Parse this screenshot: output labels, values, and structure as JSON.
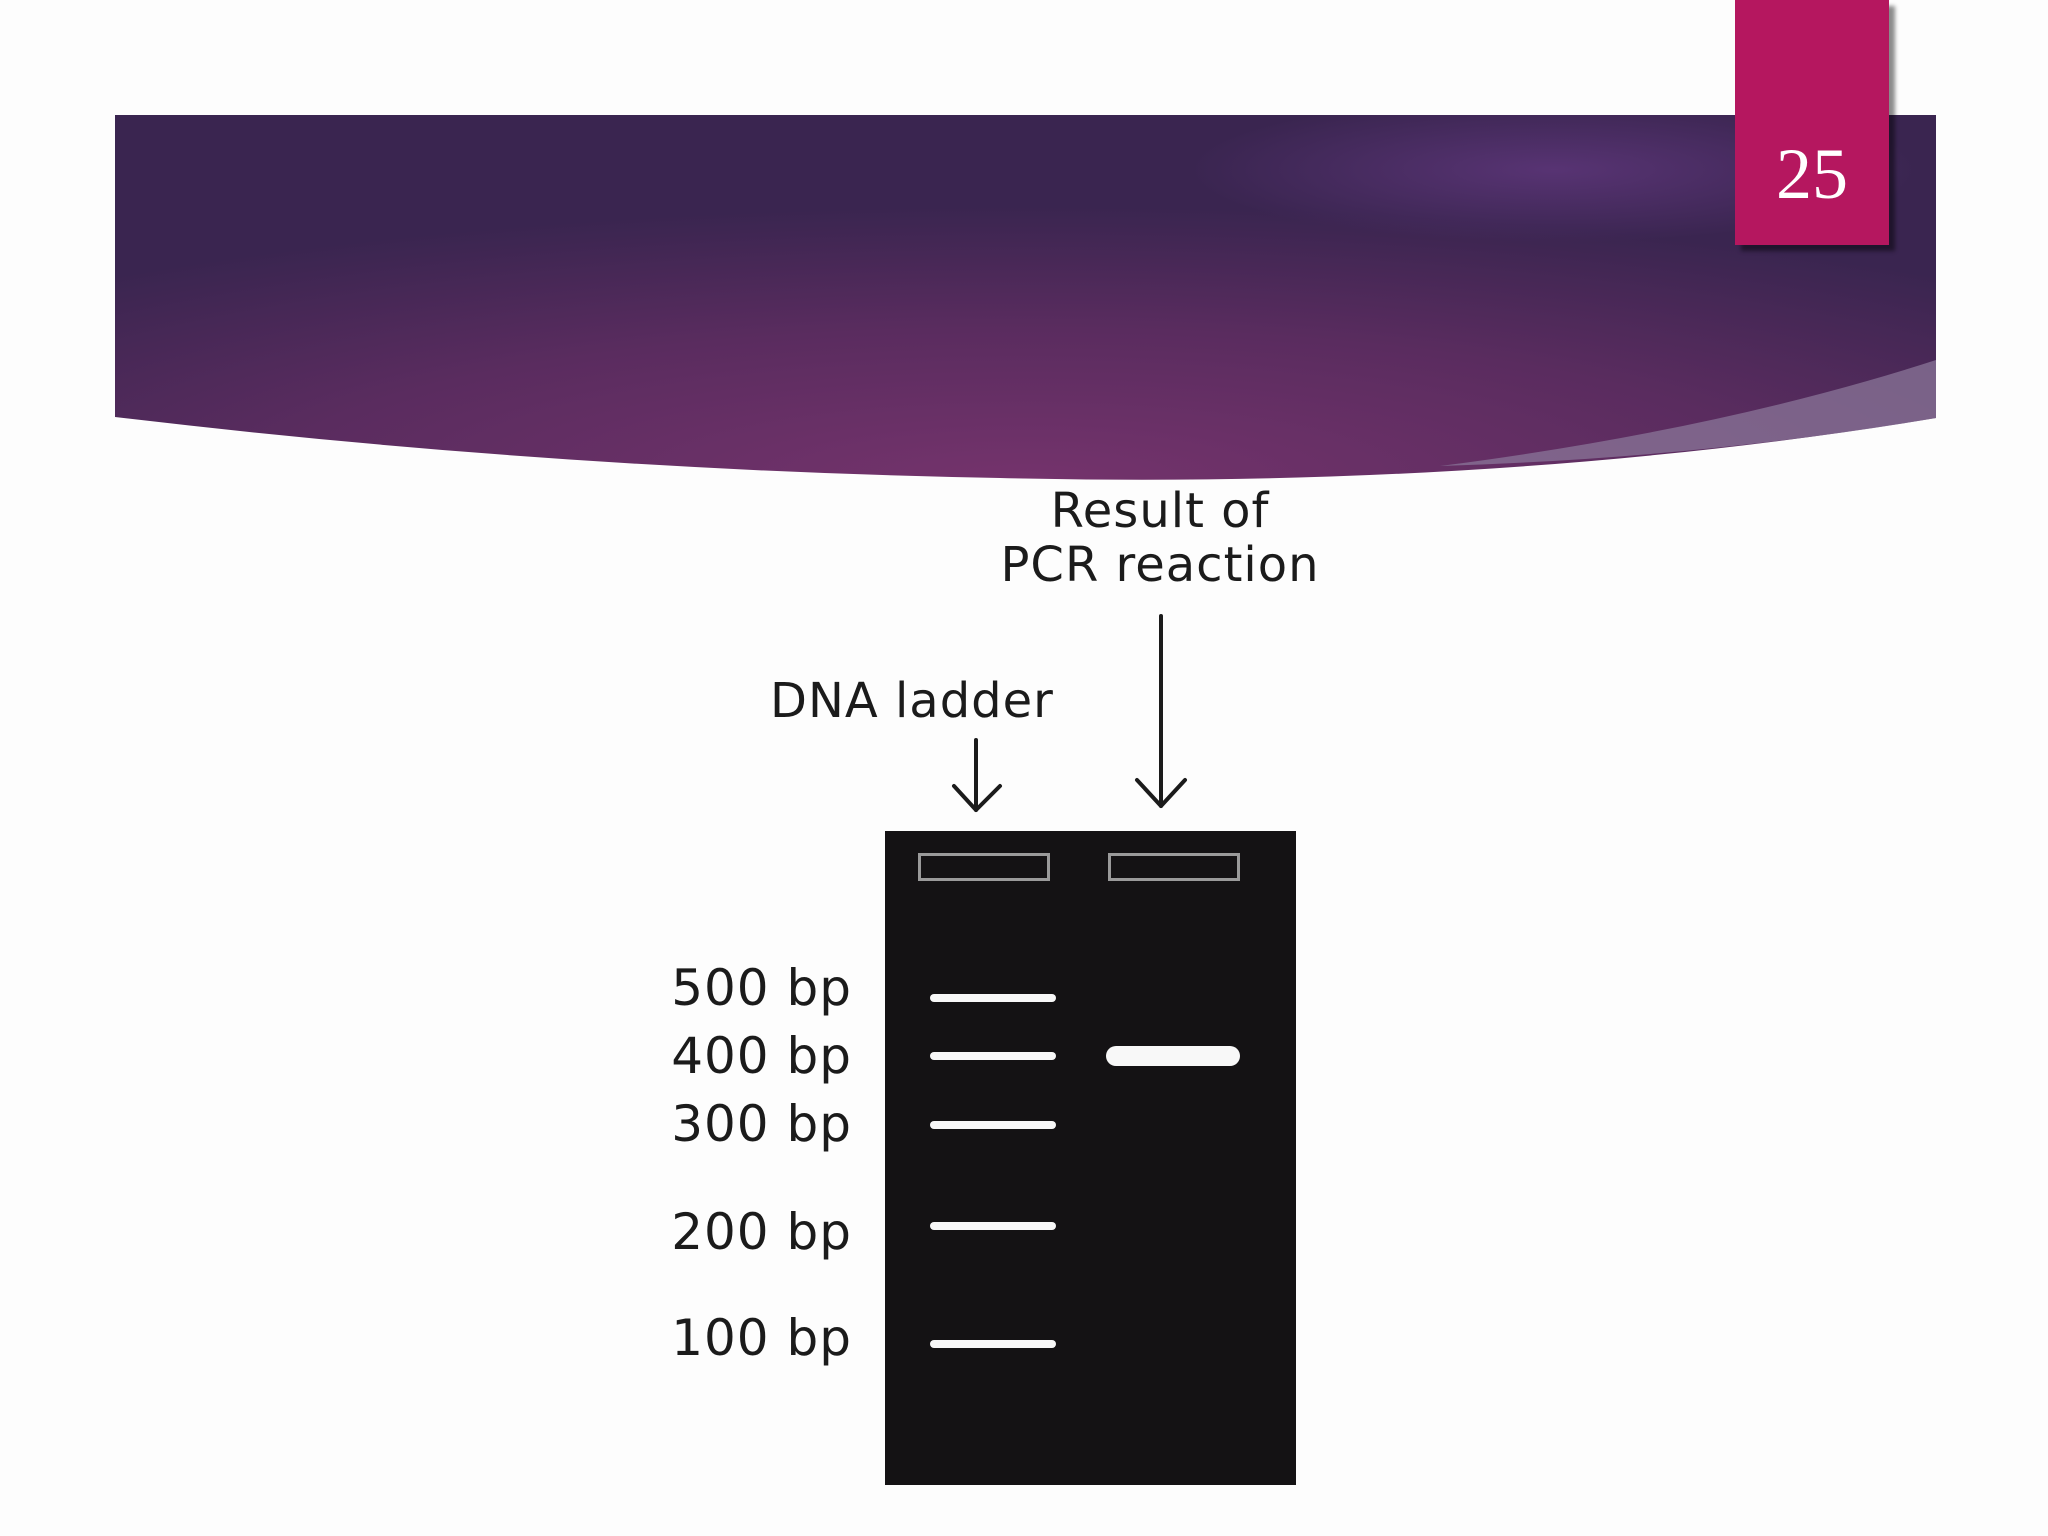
{
  "slide": {
    "page_number": "25",
    "colors": {
      "banner_dark": "#3c2654",
      "banner_mid": "#6f3068",
      "page_box": "#b5175f",
      "gel": "#141214",
      "band": "#f8f8f8"
    }
  },
  "diagram": {
    "pcr_label_line1": "Result of",
    "pcr_label_line2": "PCR reaction",
    "ladder_label": "DNA ladder",
    "ladder_sizes": [
      "500 bp",
      "400 bp",
      "300 bp",
      "200 bp",
      "100 bp"
    ],
    "pcr_result_size_bp": 400,
    "icons": [
      "down-arrow-icon",
      "down-arrow-icon"
    ]
  }
}
